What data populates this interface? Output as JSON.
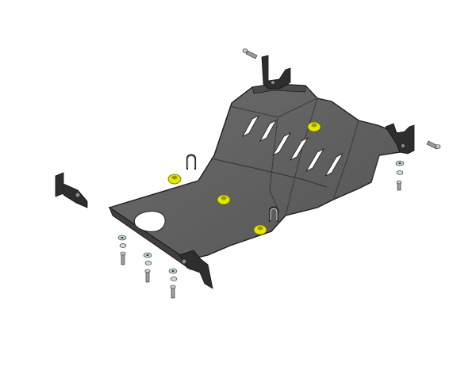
{
  "scene": {
    "subject": "engine-skid-plate-assembly",
    "colors": {
      "plate": "#5f5f5f",
      "plate_light": "#7a7a7a",
      "plate_dark": "#3f3f3f",
      "edge": "#1e1e1e",
      "slot": "#ffffff",
      "rubber_mount": "#e6e600",
      "rubber_mount_dark": "#9a9a00",
      "hardware": "#bdbdbd",
      "washer": "#b9d9c9",
      "background": "#ffffff"
    },
    "parts": [
      "skid-plate",
      "bracket",
      "bolt",
      "washer",
      "rubber-mount",
      "lifting-eye",
      "vent-slot",
      "access-hole"
    ]
  }
}
